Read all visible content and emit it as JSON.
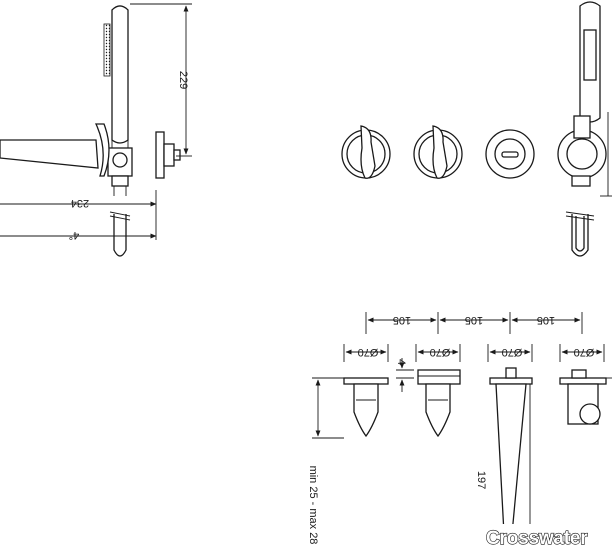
{
  "brand": "Crosswater",
  "dimensions": {
    "handshower_height": "229",
    "spout_length": "234",
    "angle": "4°",
    "spacing_1": "105",
    "spacing_2": "105",
    "spacing_3": "105",
    "diameter_1": "Ø70",
    "diameter_2": "Ø70",
    "diameter_3": "Ø70",
    "diameter_4": "Ø70",
    "plate_thickness": "4",
    "wall_depth": "min 25 - max 28",
    "spout_height": "197"
  }
}
